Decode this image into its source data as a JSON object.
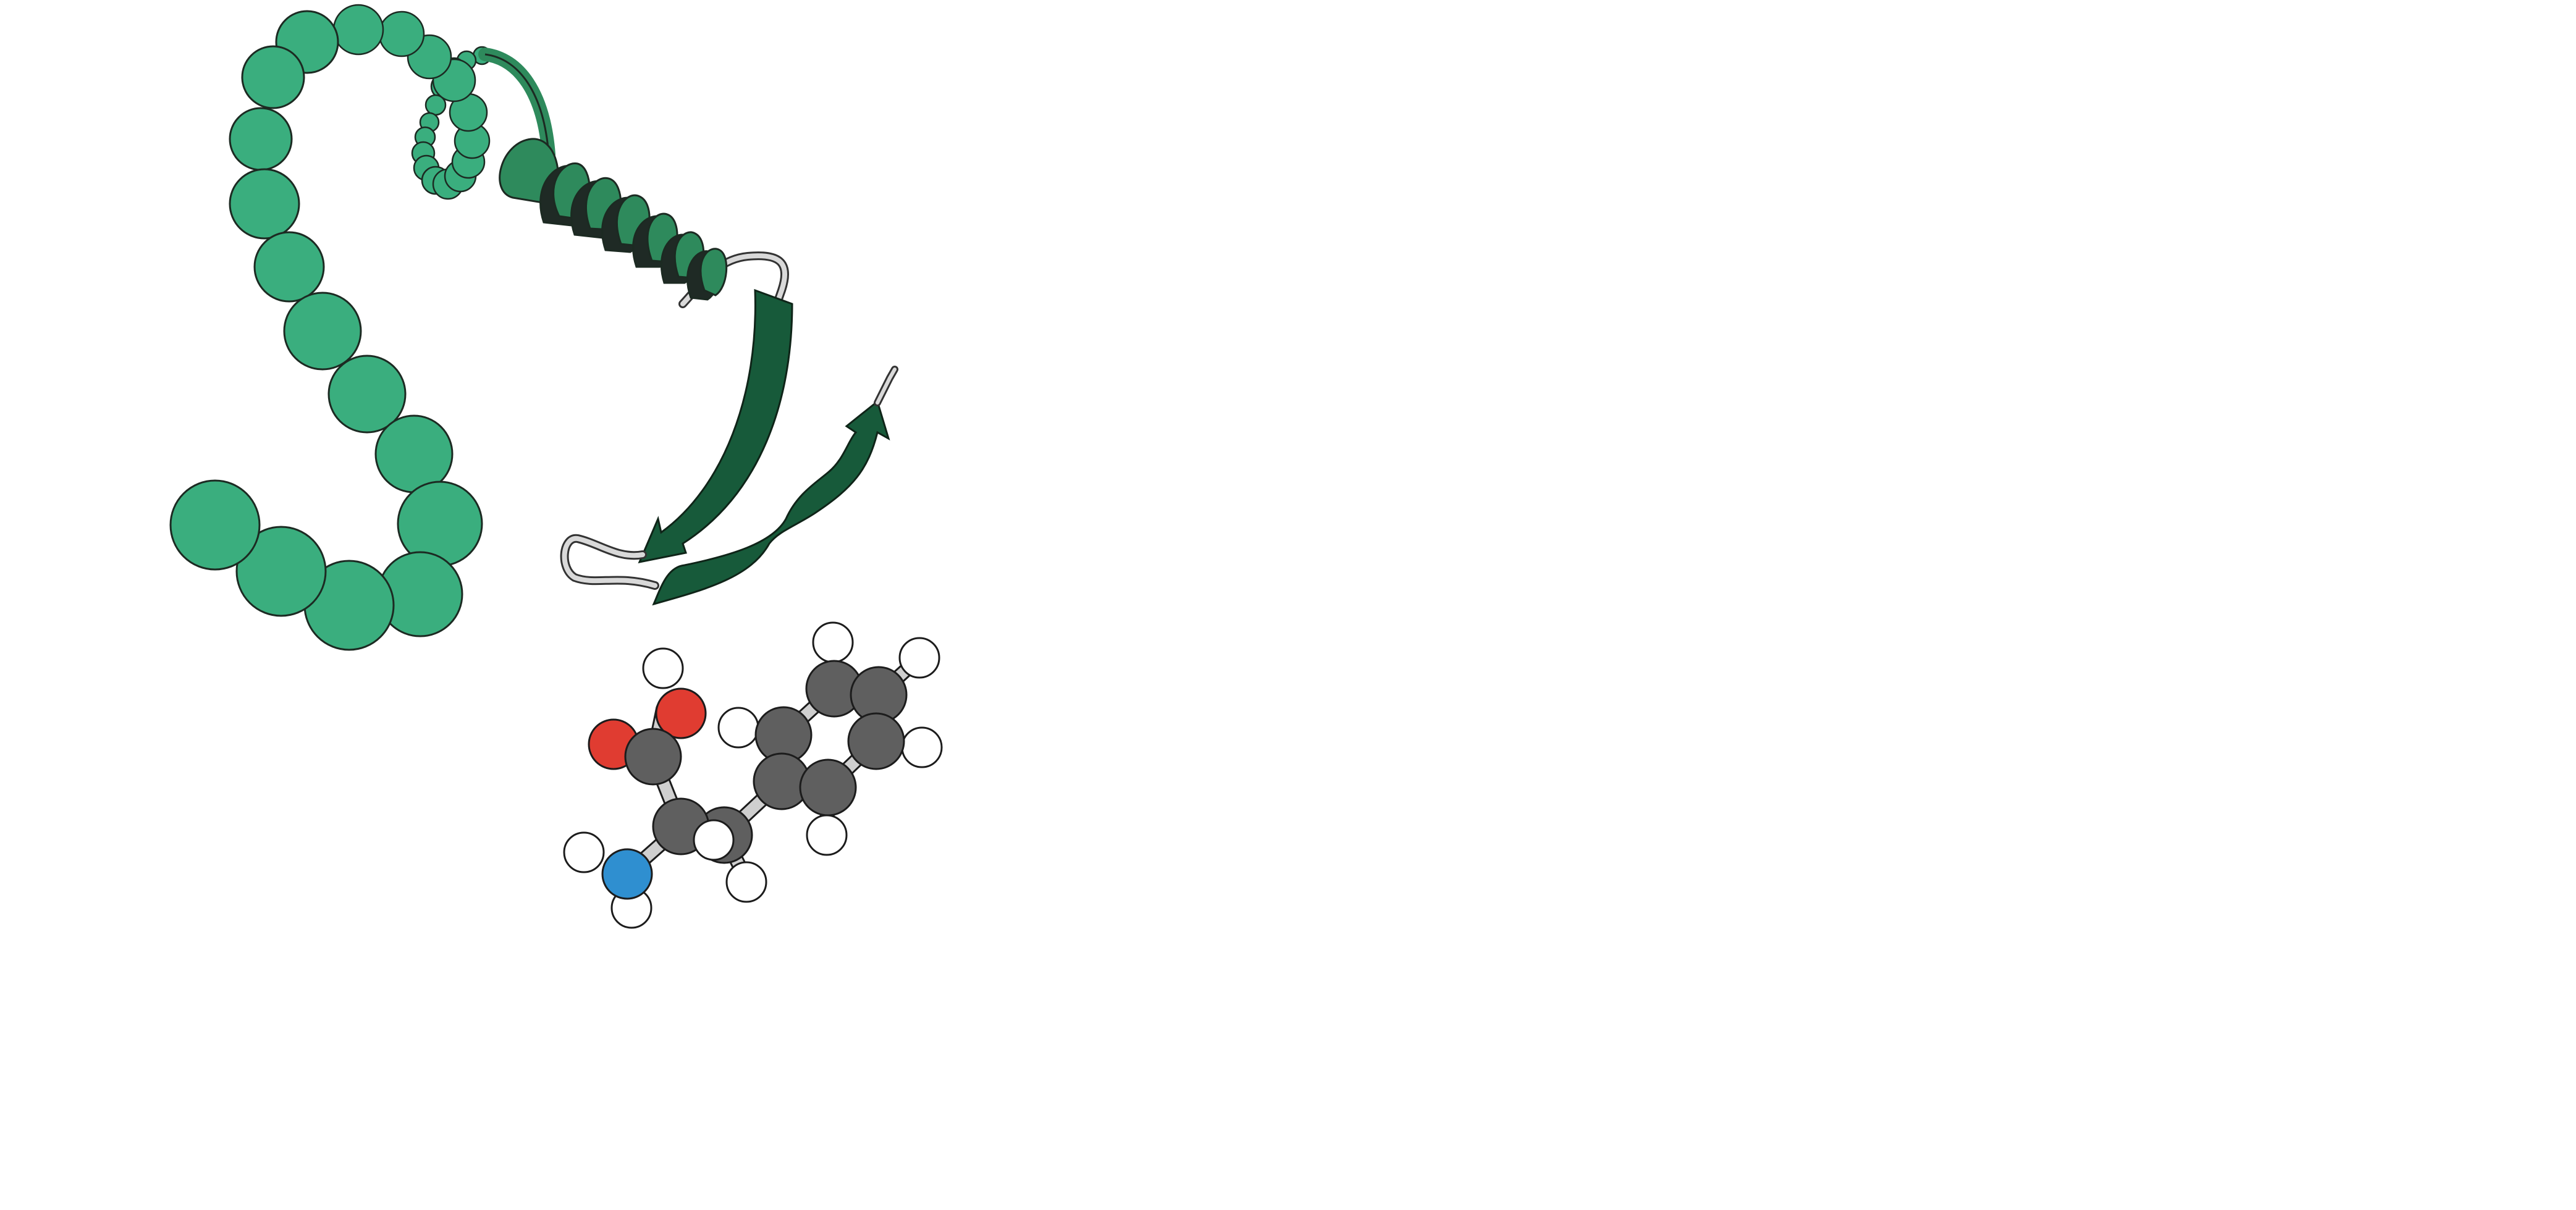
{
  "figure": {
    "panels": [
      {
        "id": "bead-chain",
        "icon": "amino-acid-bead-chain-icon"
      },
      {
        "id": "alpha-helix",
        "icon": "alpha-helix-ribbon-icon"
      },
      {
        "id": "beta-sheet",
        "icon": "beta-sheet-arrows-icon"
      },
      {
        "id": "molecule",
        "icon": "phenylalanine-ball-and-stick-icon"
      }
    ],
    "colors": {
      "bead_fill": "#3aae7e",
      "helix_light": "#2e8a5c",
      "helix_dark": "#1f2a25",
      "strand_fill": "#175a3a",
      "loop_fill": "#d9d9d9",
      "carbon": "#5f5f5f",
      "oxygen": "#e03c31",
      "nitrogen": "#2f8fd0",
      "hydrogen": "#ffffff",
      "bond": "#cfcfcf"
    }
  }
}
